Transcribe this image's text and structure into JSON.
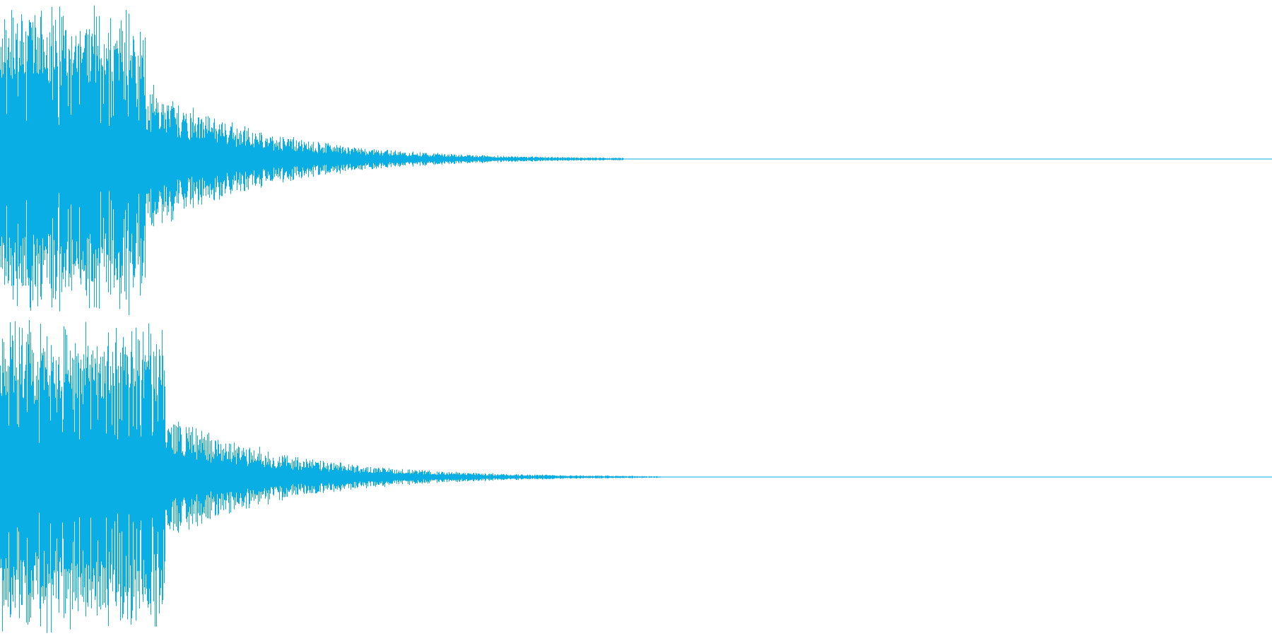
{
  "waveform": {
    "color": "#08aee4",
    "background": "#ffffff",
    "channels": [
      {
        "name": "",
        "envelope": {
          "peak_amplitude": 1.0,
          "sustain_amplitude": 0.35,
          "attack_end": 0.115,
          "decay_constant": 0.09,
          "silence_after": 0.49
        }
      },
      {
        "name": "",
        "envelope": {
          "peak_amplitude": 1.0,
          "sustain_amplitude": 0.3,
          "attack_end": 0.13,
          "decay_constant": 0.09,
          "silence_after": 0.52
        }
      }
    ]
  }
}
